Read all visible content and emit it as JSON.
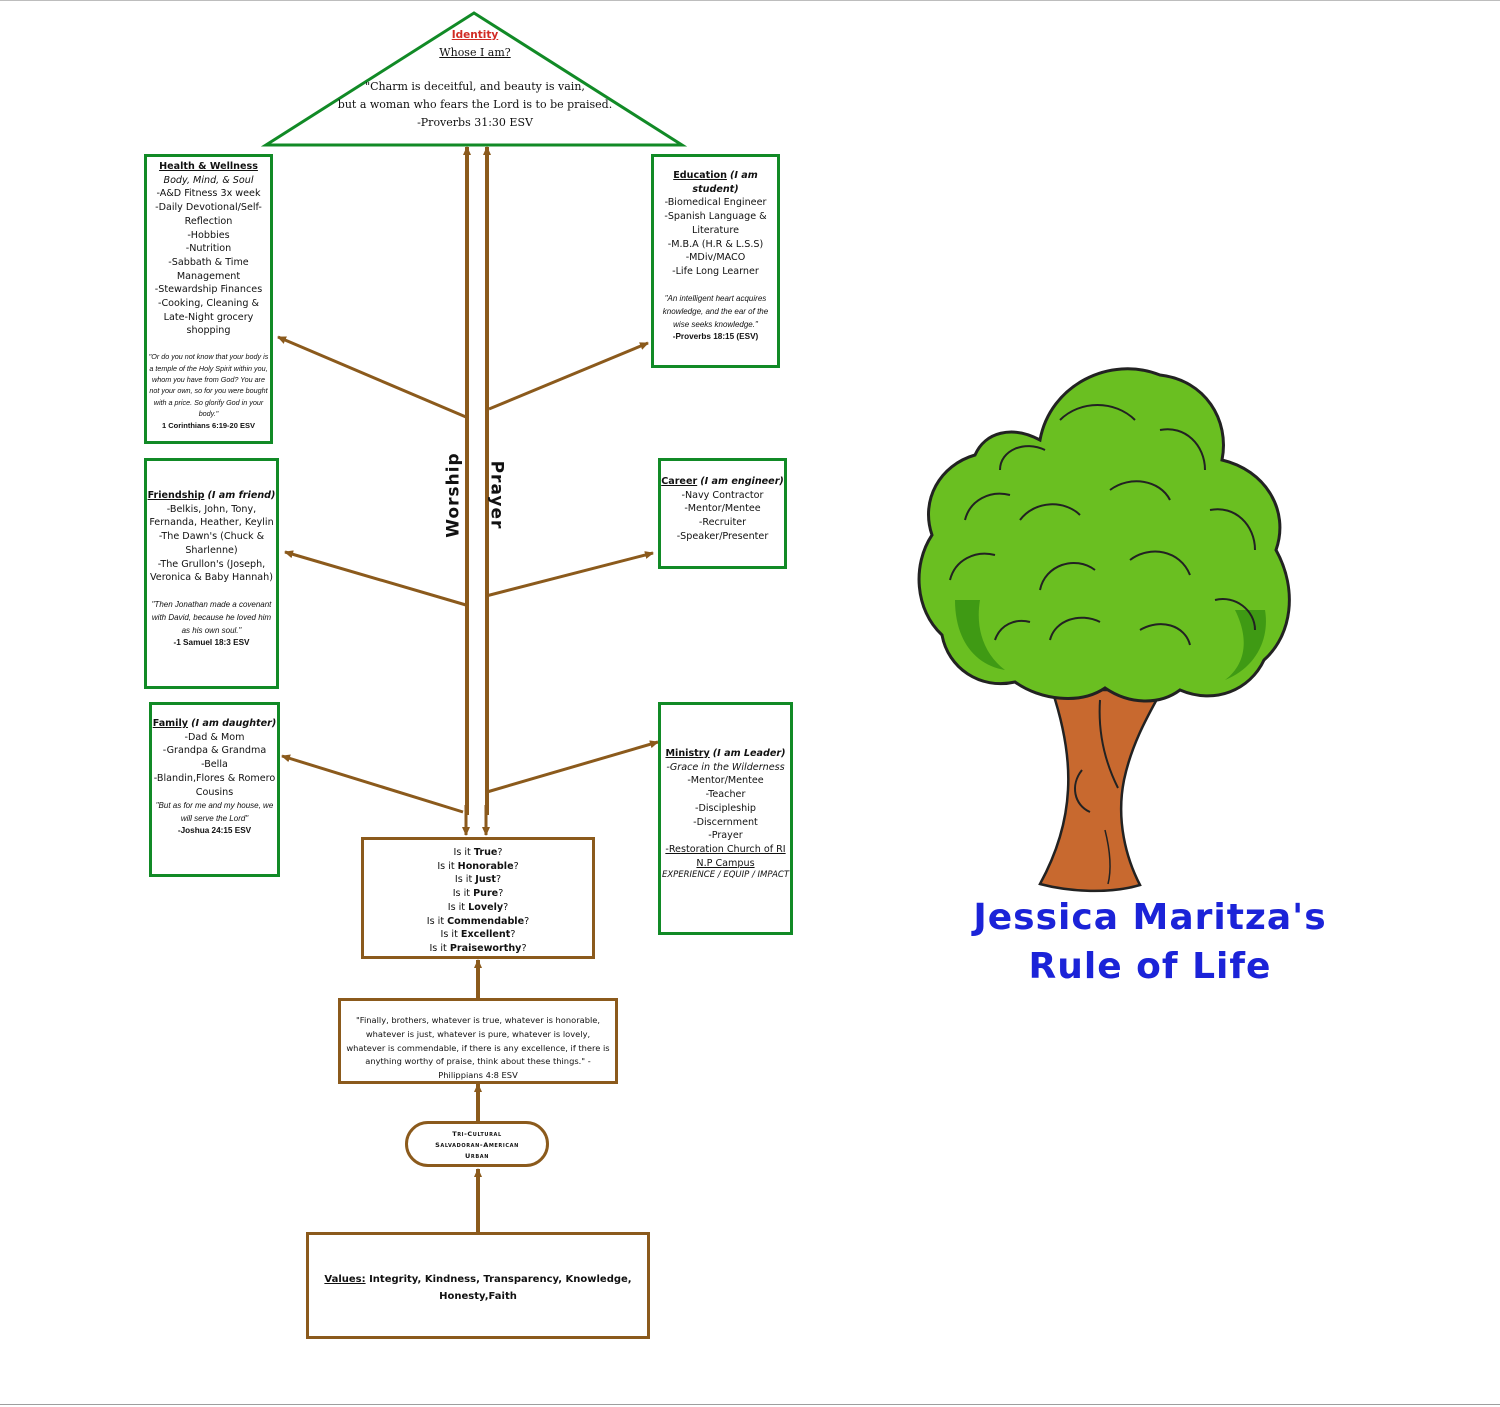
{
  "identity": {
    "title": "Identity",
    "subtitle": "Whose I am?",
    "quote_line1": "\"Charm is deceitful, and beauty is vain,",
    "quote_line2": "but a woman who fears the Lord is to be praised.",
    "reference": "-Proverbs 31:30 ESV"
  },
  "trunk_labels": {
    "left": "Worship",
    "right": "Prayer"
  },
  "health": {
    "title": "Health & Wellness",
    "subtitle": "Body, Mind, & Soul",
    "items": [
      "-A&D Fitness 3x week",
      "-Daily Devotional/Self-Reflection",
      "-Hobbies",
      "-Nutrition",
      "-Sabbath & Time Management",
      "-Stewardship Finances",
      "-Cooking, Cleaning & Late-Night grocery shopping"
    ],
    "quote": "\"Or do you not know that your body is a temple of the Holy Spirit within you, whom you have from God? You are not your own, so for you were bought with a price. So glorify God in your body.\"",
    "reference": "1 Corinthians 6:19-20 ESV"
  },
  "education": {
    "title": "Education",
    "role": "(I am student)",
    "items": [
      "-Biomedical Engineer",
      "-Spanish Language & Literature",
      "-M.B.A (H.R & L.S.S)",
      "-MDiv/MACO",
      "-Life Long Learner"
    ],
    "quote": "\"An intelligent heart acquires knowledge, and the ear of the wise seeks knowledge.\"",
    "reference": "-Proverbs 18:15 (ESV)"
  },
  "friendship": {
    "title": "Friendship",
    "role": "(I am friend)",
    "items": [
      "-Belkis, John, Tony, Fernanda, Heather, Keylin",
      "-The Dawn's (Chuck & Sharlenne)",
      "-The Grullon's (Joseph, Veronica & Baby Hannah)"
    ],
    "quote": "\"Then Jonathan made a covenant with David, because he loved him as his own soul.\"",
    "reference": "-1 Samuel 18:3 ESV"
  },
  "career": {
    "title": "Career",
    "role": "(I am engineer)",
    "items": [
      "-Navy Contractor",
      "-Mentor/Mentee",
      "-Recruiter",
      "-Speaker/Presenter"
    ]
  },
  "family": {
    "title": "Family",
    "role": "(I am daughter)",
    "items": [
      "-Dad & Mom",
      "-Grandpa & Grandma",
      "-Bella",
      "-Blandin,Flores & Romero Cousins"
    ],
    "quote": "\"But as for me and my house, we will serve the Lord\"",
    "reference": "-Joshua 24:15 ESV"
  },
  "ministry": {
    "title": "Ministry",
    "role": "(I am Leader)",
    "subtitle": "-Grace in the Wilderness",
    "items": [
      "-Mentor/Mentee",
      "-Teacher",
      "-Discipleship",
      "-Discernment",
      "-Prayer"
    ],
    "church": "-Restoration Church of RI N.P Campus",
    "motto": "EXPERIENCE / EQUIP / IMPACT"
  },
  "questions": [
    {
      "pre": "Is it ",
      "word": "True",
      "post": "?"
    },
    {
      "pre": "Is it ",
      "word": "Honorable",
      "post": "?"
    },
    {
      "pre": "Is it ",
      "word": "Just",
      "post": "?"
    },
    {
      "pre": "Is it ",
      "word": "Pure",
      "post": "?"
    },
    {
      "pre": "Is it ",
      "word": "Lovely",
      "post": "?"
    },
    {
      "pre": "Is it ",
      "word": "Commendable",
      "post": "?"
    },
    {
      "pre": "Is it ",
      "word": "Excellent",
      "post": "?"
    },
    {
      "pre": "Is it ",
      "word": "Praiseworthy",
      "post": "?"
    }
  ],
  "philippians": "\"Finally, brothers, whatever is true, whatever is honorable, whatever is just, whatever is pure, whatever is lovely, whatever is commendable, if there is any excellence, if there is anything worthy of praise, think about these things.\" -Philippians 4:8 ESV",
  "culture": {
    "title": "Tri-Cultural",
    "line2": "Salvadoran-American",
    "line3": "Urban"
  },
  "values": {
    "label": "Values:",
    "text": " Integrity, Kindness, Transparency, Knowledge, Honesty,Faith"
  },
  "page_title": {
    "line1": "Jessica Maritza's",
    "line2": "Rule of Life"
  },
  "colors": {
    "green_border": "#118a26",
    "brown": "#8b5a1c",
    "title_blue": "#1b23d8",
    "identity_red": "#d12b24",
    "tree_green": "#6abf21",
    "trunk": "#c8692f"
  }
}
